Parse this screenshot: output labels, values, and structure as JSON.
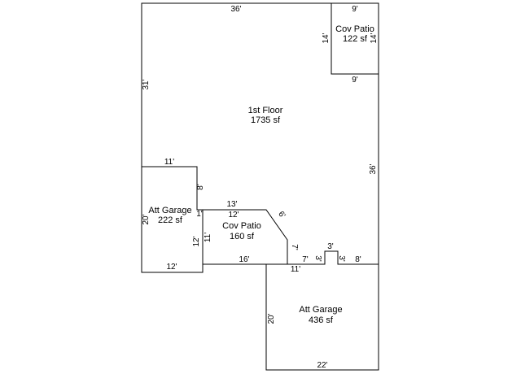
{
  "rooms": {
    "first_floor": {
      "name": "1st Floor",
      "area": "1735 sf"
    },
    "cov_patio_top": {
      "name": "Cov Patio",
      "area": "122 sf"
    },
    "att_garage_left": {
      "name": "Att Garage",
      "area": "222 sf"
    },
    "cov_patio_mid": {
      "name": "Cov Patio",
      "area": "160 sf"
    },
    "att_garage_bottom": {
      "name": "Att Garage",
      "area": "436 sf"
    }
  },
  "dimensions": {
    "top_36": "36'",
    "patio_top_9": "9'",
    "patio_left_14": "14'",
    "patio_right_14": "14'",
    "patio_bottom_9": "9'",
    "left_31": "31'",
    "right_36": "36'",
    "garage_top_11": "11'",
    "garage_8": "8'",
    "patio_13": "13'",
    "patio_12": "12'",
    "patio_diag_6": "6'",
    "patio_1": "1'",
    "garage_left_20": "20'",
    "patio_left_12": "12'",
    "patio_11": "11'",
    "patio_right_7": "7'",
    "garage_bottom_12": "12'",
    "patio_bottom_16": "16'",
    "notch_7": "7'",
    "notch_3_top": "3'",
    "notch_3_left": "3'",
    "notch_3_right": "3'",
    "notch_8": "8'",
    "garage2_top_11": "11'",
    "garage2_left_20": "20'",
    "garage2_bottom_22": "22'"
  }
}
